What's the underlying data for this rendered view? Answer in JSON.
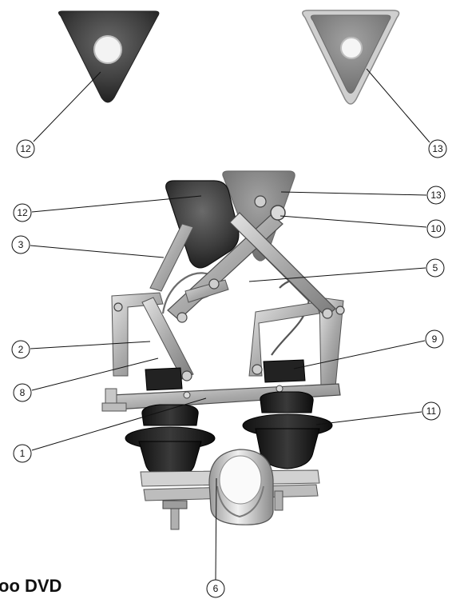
{
  "caption": "oo DVD",
  "callouts": [
    "12",
    "13",
    "13",
    "12",
    "10",
    "3",
    "5",
    "2",
    "9",
    "8",
    "11",
    "1",
    "6"
  ],
  "colors": {
    "plate_dark": "#3a3a3a",
    "plate_grey": "#8e8e8e",
    "metal": "#b8b8b8",
    "rubber": "#1c1c1c",
    "leader_line": "#111111"
  }
}
